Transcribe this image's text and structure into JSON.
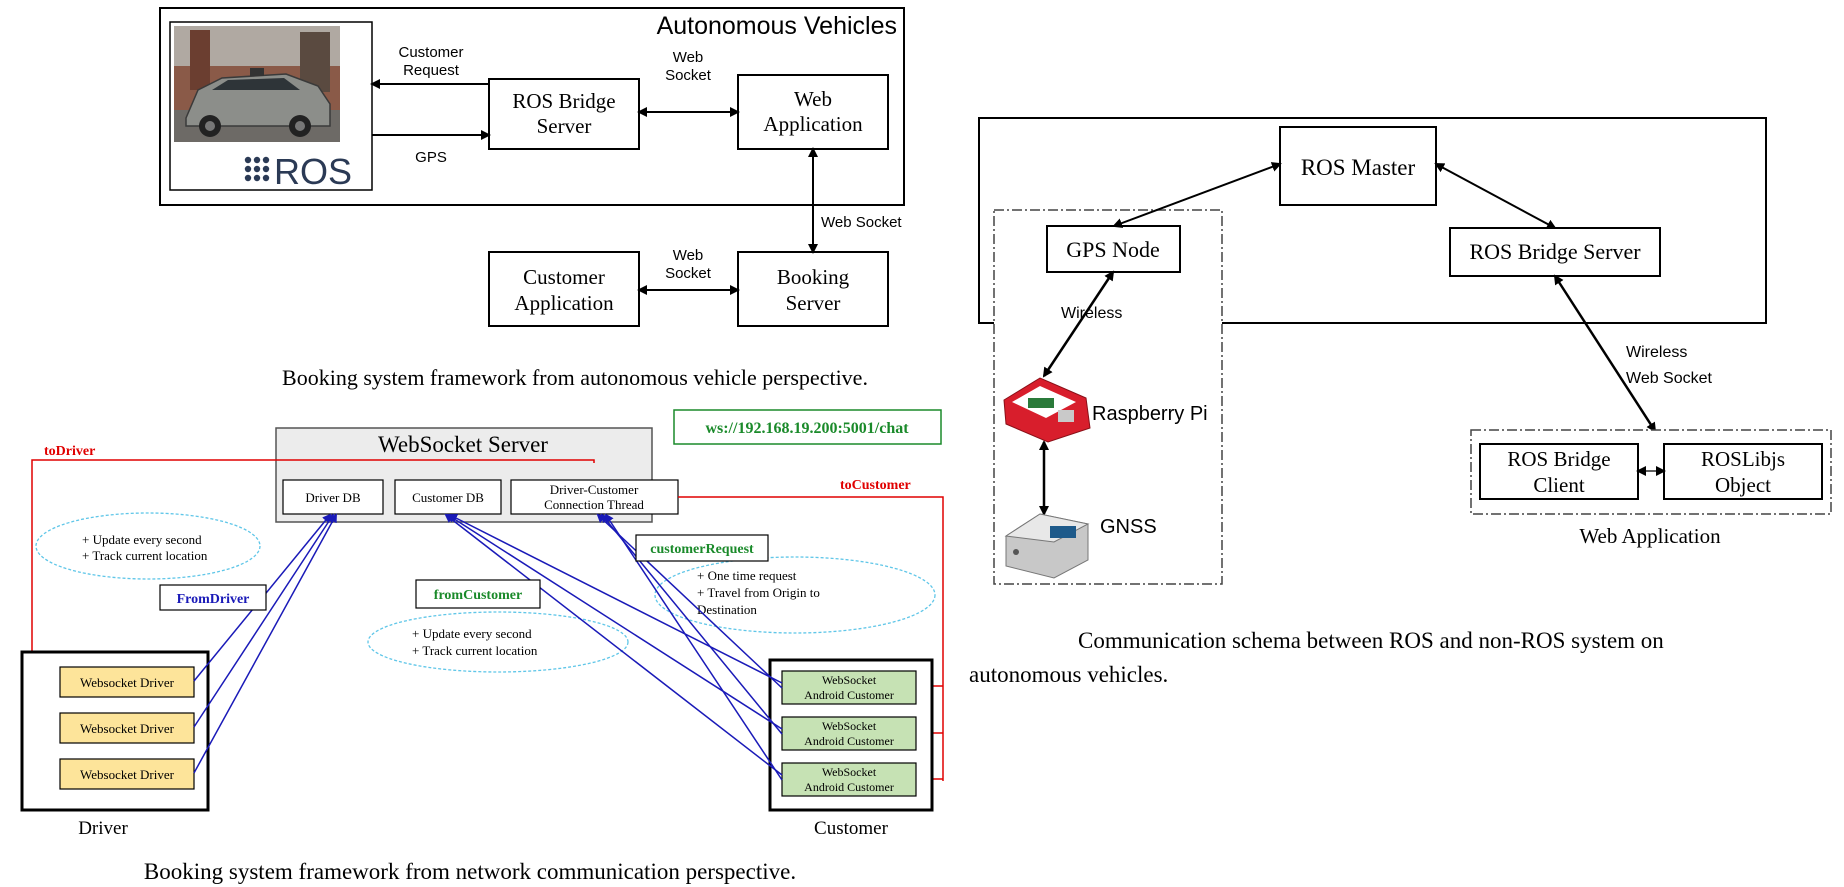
{
  "diagram_a": {
    "frame_title": "Autonomous Vehicles",
    "ros_logo_text": "ROS",
    "customer_request": "Customer\nRequest",
    "gps_label": "GPS",
    "ros_bridge_server": "ROS Bridge\nServer",
    "web_socket_1": "Web\nSocket",
    "web_application": "Web\nApplication",
    "web_socket_vertical": "Web Socket",
    "customer_application": "Customer\nApplication",
    "web_socket_2": "Web\nSocket",
    "booking_server": "Booking\nServer",
    "caption": "Booking system framework from autonomous vehicle perspective."
  },
  "diagram_b": {
    "ws_url": "ws://192.168.19.200:5001/chat",
    "server_title": "WebSocket Server",
    "driver_db": "Driver DB",
    "customer_db": "Customer DB",
    "connection_thread": "Driver-Customer\nConnection Thread",
    "to_driver": "toDriver",
    "to_customer": "toCustomer",
    "from_driver": "FromDriver",
    "from_customer": "fromCustomer",
    "customer_request": "customerRequest",
    "cloud_driver": "+ Update every second\n+ Track current location",
    "cloud_from_customer": "+ Update every second\n+ Track current location",
    "cloud_request": "+ One time request\n+ Travel from Origin to\nDestination",
    "websocket_driver": [
      "Websocket Driver",
      "Websocket Driver",
      "Websocket Driver"
    ],
    "android_customer": [
      "WebSocket\nAndroid Customer",
      "WebSocket\nAndroid Customer",
      "WebSocket\nAndroid Customer"
    ],
    "driver_label": "Driver",
    "customer_label": "Customer",
    "caption": "Booking system framework from network communication perspective."
  },
  "diagram_c": {
    "ros_master": "ROS Master",
    "gps_node": "GPS Node",
    "ros_bridge_server": "ROS Bridge Server",
    "wireless_1": "Wireless",
    "wireless_2": "Wireless",
    "web_socket": "Web Socket",
    "raspberry_pi": "Raspberry Pi",
    "gnss": "GNSS",
    "ros_bridge_client": "ROS Bridge\nClient",
    "roslibjs_object": "ROSLibjs\nObject",
    "web_application": "Web Application",
    "caption_line1": "Communication schema between ROS and non-ROS system on",
    "caption_line2": "autonomous vehicles."
  },
  "colors": {
    "red": "#e00000",
    "blue": "#1a1ab8",
    "green": "#1a8a2a",
    "cloud": "#5fc6e8",
    "driver_fill": "#fde49a",
    "customer_fill": "#c6e2b4",
    "server_fill": "#ececec"
  }
}
